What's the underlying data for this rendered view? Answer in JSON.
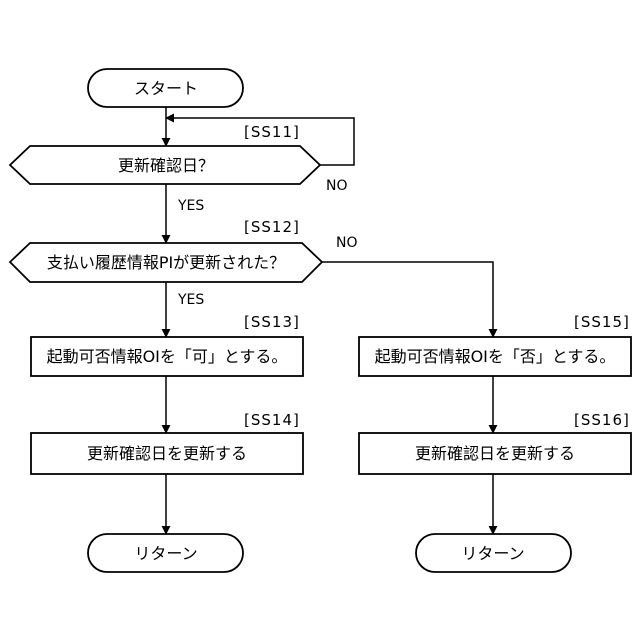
{
  "nodes": {
    "start": "スタート",
    "check_date": "更新確認日？",
    "check_pi": "支払い履歴情報PIが更新された？",
    "set_ok": "起動可否情報OIを「可」とする。",
    "update_date_left": "更新確認日を更新する",
    "return_left": "リターン",
    "set_ng": "起動可否情報OIを「否」とする。",
    "update_date_right": "更新確認日を更新する",
    "return_right": "リターン"
  },
  "steps": {
    "ss11": "[SS11]",
    "ss12": "[SS12]",
    "ss13": "[SS13]",
    "ss14": "[SS14]",
    "ss15": "[SS15]",
    "ss16": "[SS16]"
  },
  "branches": {
    "date_no": "NO",
    "date_yes": "YES",
    "pi_no": "NO",
    "pi_yes": "YES"
  }
}
